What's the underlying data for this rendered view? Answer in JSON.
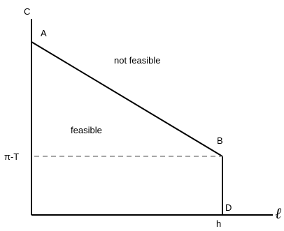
{
  "diagram": {
    "axis_y_label": "C",
    "axis_x_label": "ℓ",
    "points": {
      "A": "A",
      "B": "B",
      "D": "D"
    },
    "y_tick_label": "π-T",
    "x_tick_label": "h",
    "region_above": "not feasible",
    "region_below": "feasible",
    "colors": {
      "stroke": "#000000",
      "dashed": "#888888",
      "background": "#ffffff"
    }
  }
}
